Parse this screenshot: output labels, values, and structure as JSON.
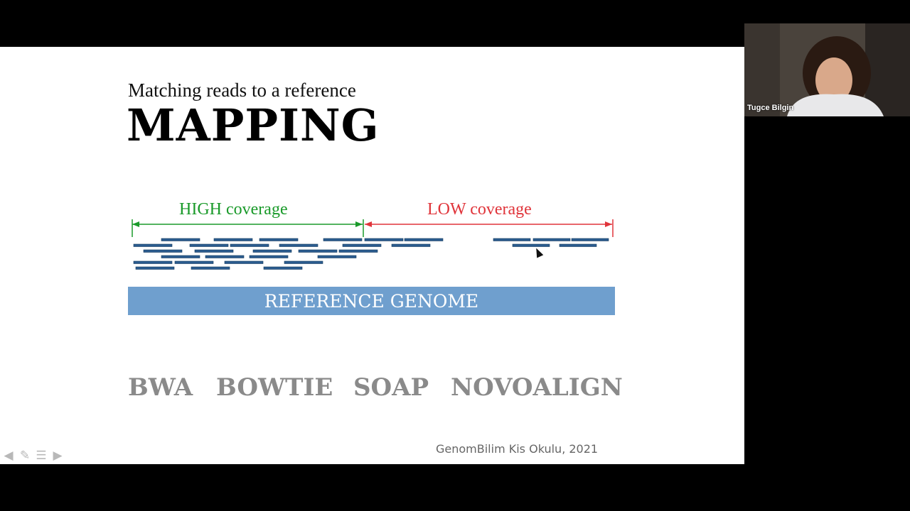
{
  "slide": {
    "subtitle": "Matching reads to a reference",
    "title": "MAPPING",
    "high_label": "HIGH coverage",
    "low_label": "LOW coverage",
    "reference_label": "REFERENCE GENOME",
    "tools": [
      "BWA",
      "BOWTIE",
      "SOAP",
      "NOVOALIGN"
    ],
    "footer": "GenomBilim Kis Okulu, 2021"
  },
  "colors": {
    "high": "#1a9a2a",
    "low": "#e0343a",
    "read": "#2b5c8f",
    "reference": "#6f9fce",
    "tool_text": "#8a8a8a"
  },
  "nav_icons": [
    "arrow-left-icon",
    "pencil-icon",
    "menu-icon",
    "arrow-right-icon"
  ],
  "webcam": {
    "participant_name": "Tugce Bilgin"
  }
}
